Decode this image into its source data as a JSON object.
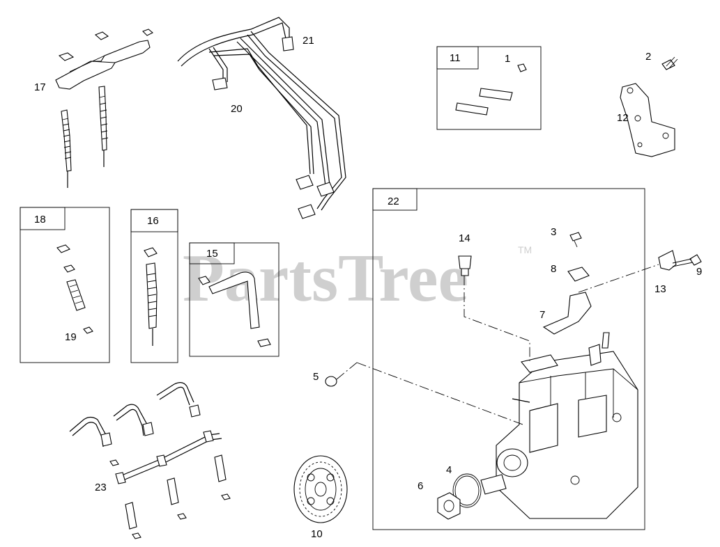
{
  "watermark": {
    "text": "PartsTree",
    "trademark": "TM"
  },
  "callouts": {
    "c1": "1",
    "c2": "2",
    "c3": "3",
    "c4": "4",
    "c5": "5",
    "c6": "6",
    "c7": "7",
    "c8": "8",
    "c9": "9",
    "c10": "10",
    "c11": "11",
    "c12": "12",
    "c13": "13",
    "c14": "14",
    "c15": "15",
    "c16": "16",
    "c17": "17",
    "c18": "18",
    "c19": "19",
    "c20": "20",
    "c21": "21",
    "c22": "22",
    "c23": "23"
  }
}
